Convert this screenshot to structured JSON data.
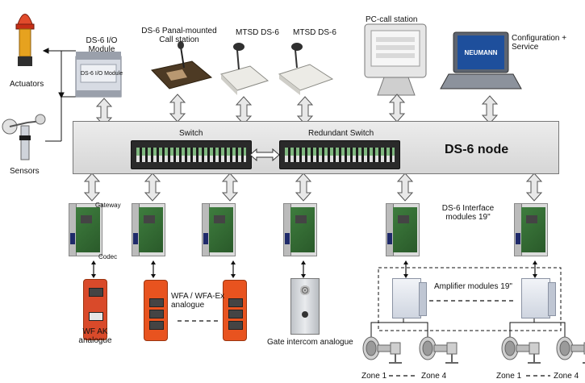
{
  "labels": {
    "actuators": "Actuators",
    "sensors": "Sensors",
    "io_module": [
      "DS-6 I/O",
      "Module"
    ],
    "panel_call_station": [
      "DS-6 Panal-mounted",
      "Call station"
    ],
    "mtsd_1": "MTSD DS-6",
    "mtsd_2": "MTSD DS-6",
    "pc_call_station": "PC-call station",
    "config_service": [
      "Configuration +",
      "Service"
    ],
    "switch": "Switch",
    "redundant_switch": "Redundant Switch",
    "node": "DS-6 node",
    "gateway": "Gateway",
    "codec": "Codec",
    "interface_modules": [
      "DS-6 Interface",
      "modules 19\""
    ],
    "amplifier_modules": "Amplifier modules 19\"",
    "wf_ak": [
      "WF AK",
      "analogue"
    ],
    "wfa": [
      "WFA / WFA-Ex",
      "analogue"
    ],
    "gate_intercom": "Gate intercom analogue",
    "zone_1a": "Zone 1",
    "zone_4a": "Zone 4",
    "zone_1b": "Zone 1",
    "zone_4b": "Zone 4",
    "io_module_face": "DS-6 I/O Module",
    "laptop_logo": "NEUMANN"
  },
  "colors": {
    "node_fill": "#e2e2e2",
    "arrow_fill": "#e8e8e8",
    "arrow_stroke": "#555555",
    "device_orange": "#e8531f",
    "switch_dark": "#2a2a2a",
    "pcb_green": "#2f6b2f",
    "laptop_screen": "#1e4f9c"
  },
  "icons": {
    "actuators": "beacon-light-icon",
    "sensors": "wind-sensor-icon",
    "speaker": "horn-speaker-icon"
  }
}
